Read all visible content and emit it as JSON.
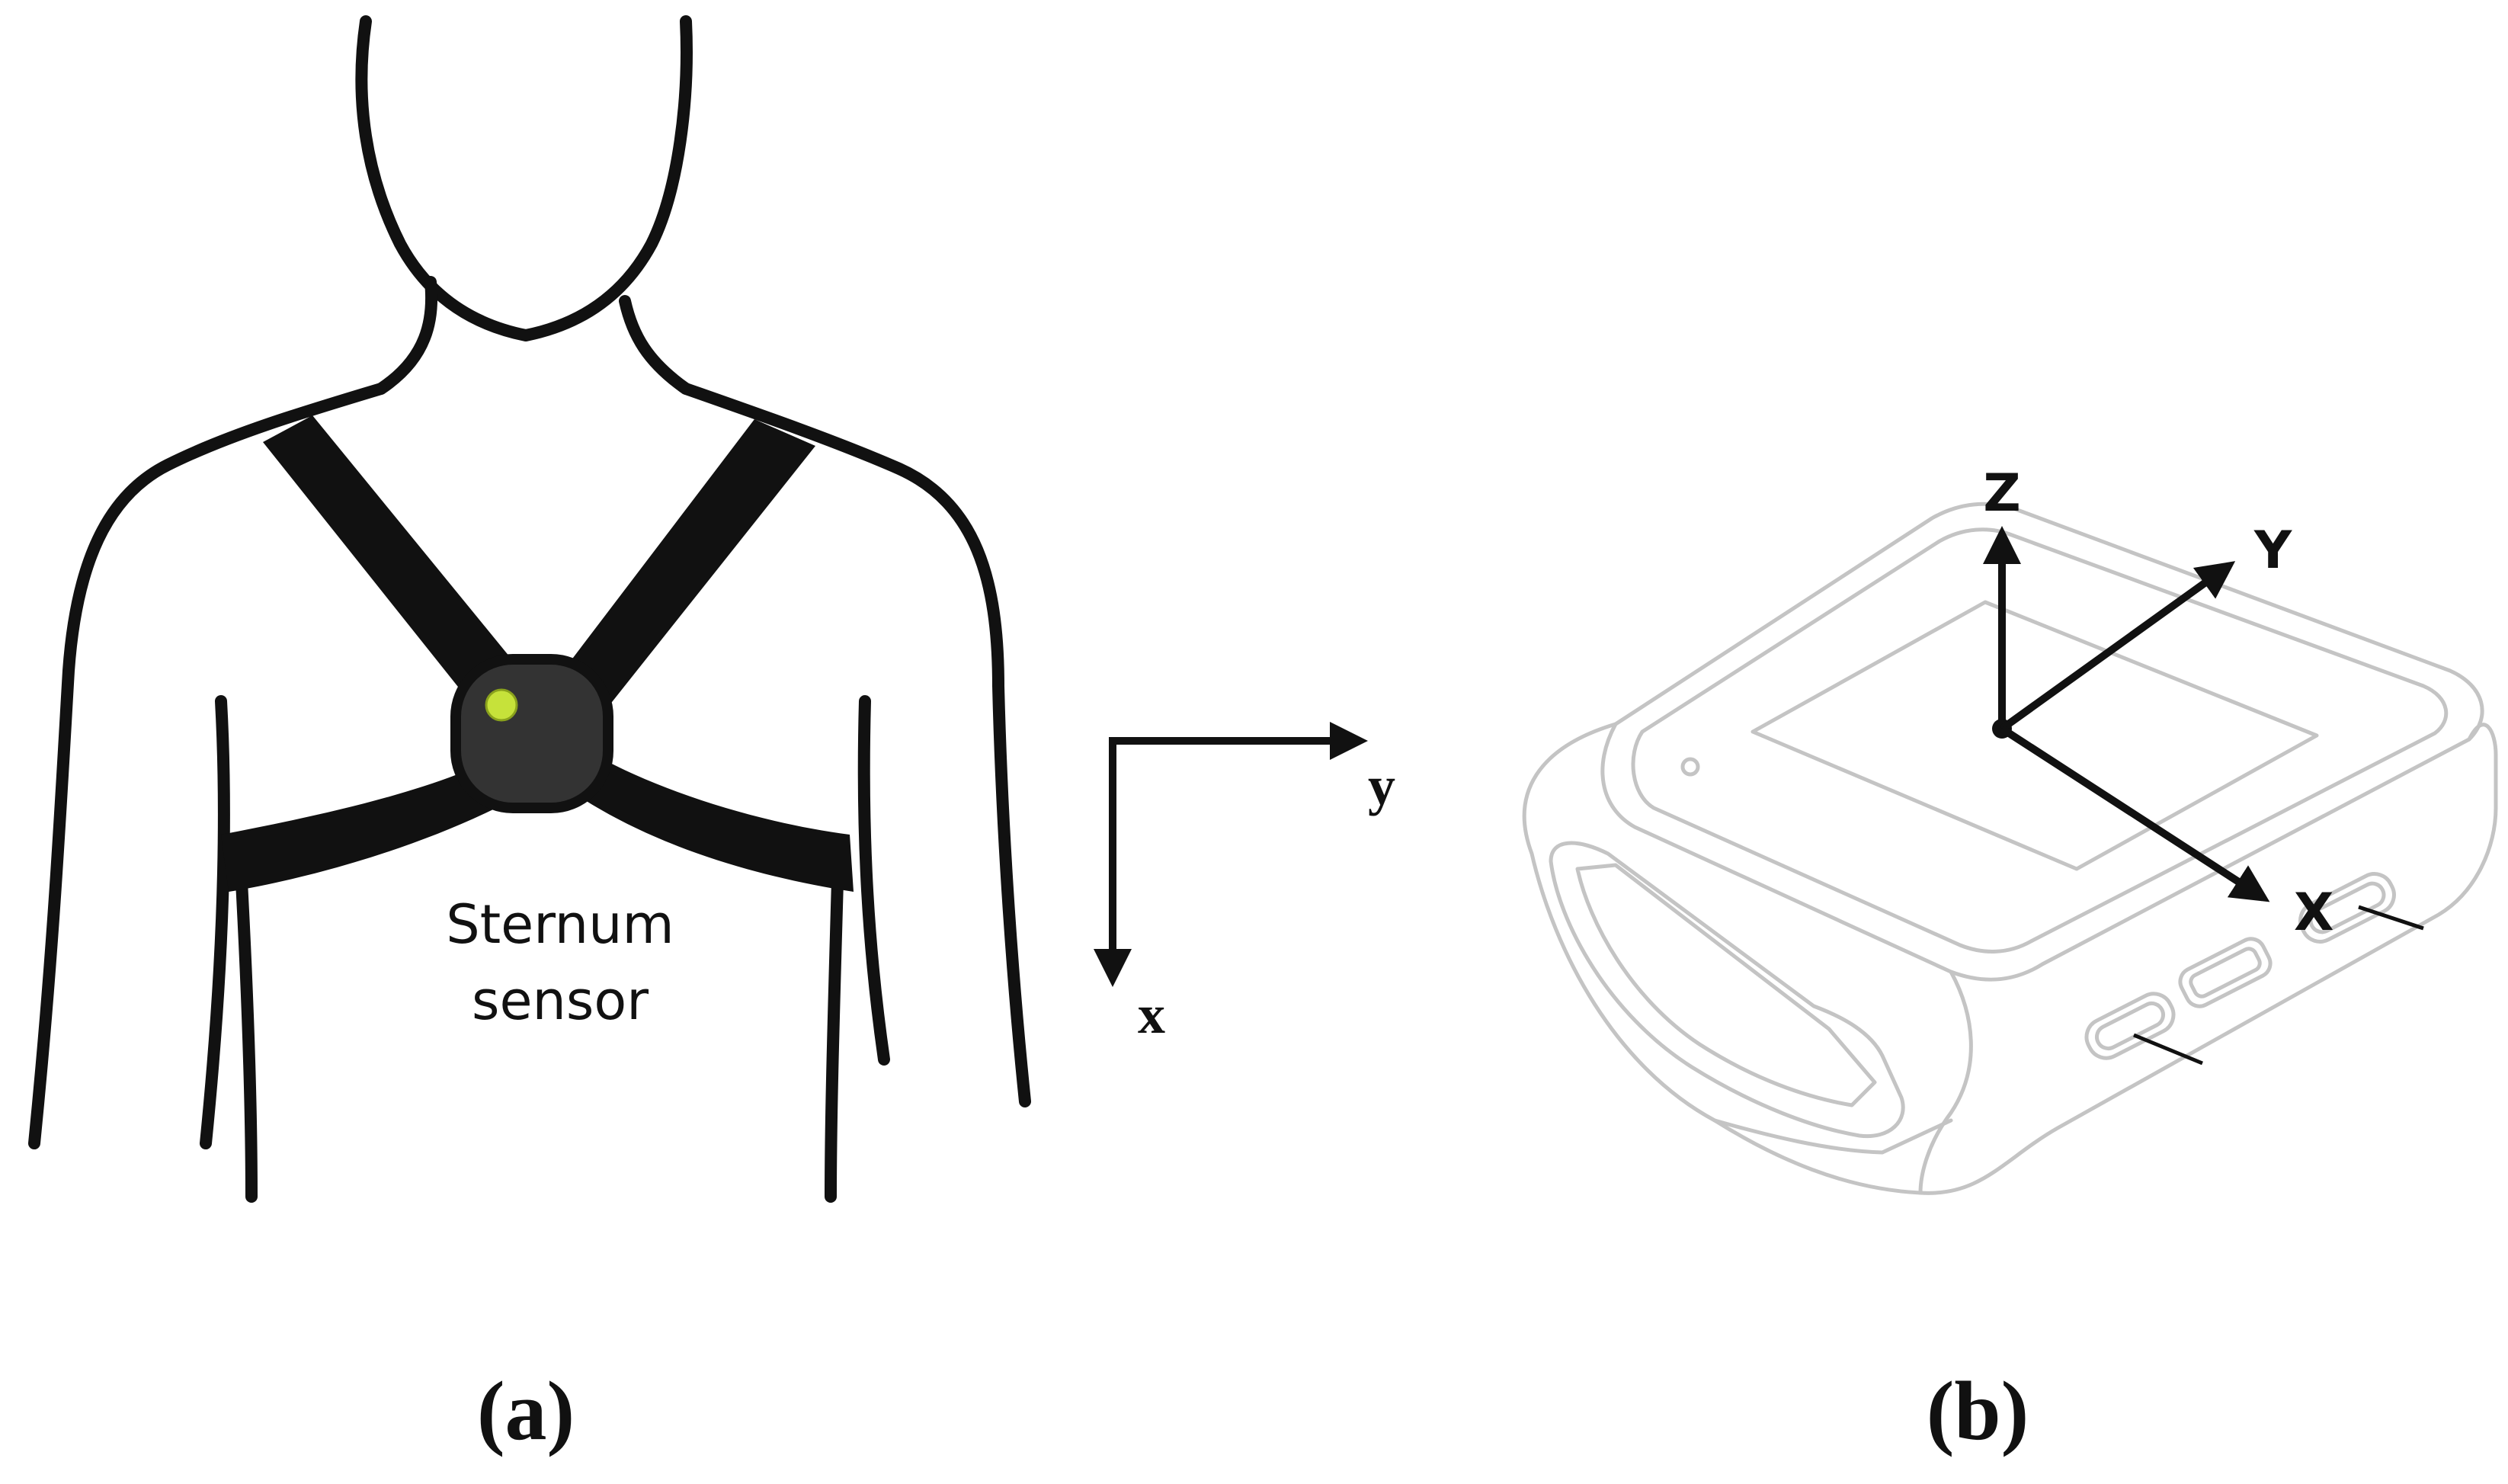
{
  "panel_a": {
    "sensor_label_line1": "Sternum",
    "sensor_label_line2": "sensor",
    "axis_x_label": "x",
    "axis_y_label": "y",
    "caption": "(a)",
    "sensor_led_color": "#c6e23a"
  },
  "panel_b": {
    "axis_z_label": "Z",
    "axis_y_label": "Y",
    "axis_x_label": "X",
    "caption": "(b)"
  },
  "colors": {
    "ink": "#111111",
    "sensor_body": "#333333",
    "device_outline": "#c4c4c4"
  }
}
